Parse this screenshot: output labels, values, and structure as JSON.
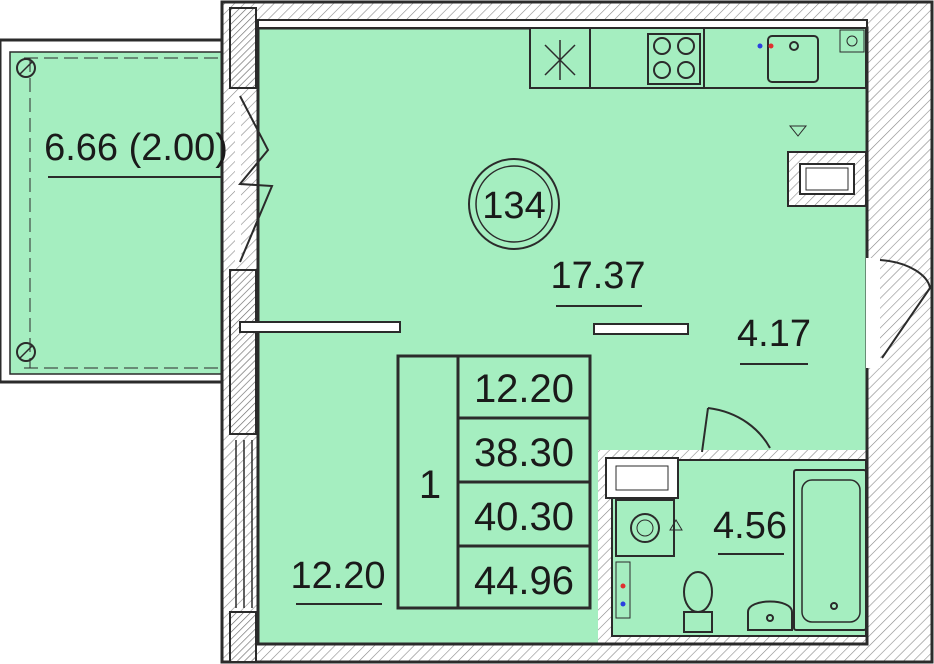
{
  "apartment": {
    "number": "134",
    "rooms": "1",
    "totals": [
      "12.20",
      "38.30",
      "40.30",
      "44.96"
    ]
  },
  "areas": {
    "balcony": "6.66 (2.00)",
    "kitchen_living": "17.37",
    "hallway": "4.17",
    "bedroom": "12.20",
    "bathroom": "4.56"
  },
  "colors": {
    "room_fill": "#a5eec0",
    "wall": "#2b2b2b",
    "hatch": "#8a8a8a",
    "ink": "#1a1a1a"
  }
}
